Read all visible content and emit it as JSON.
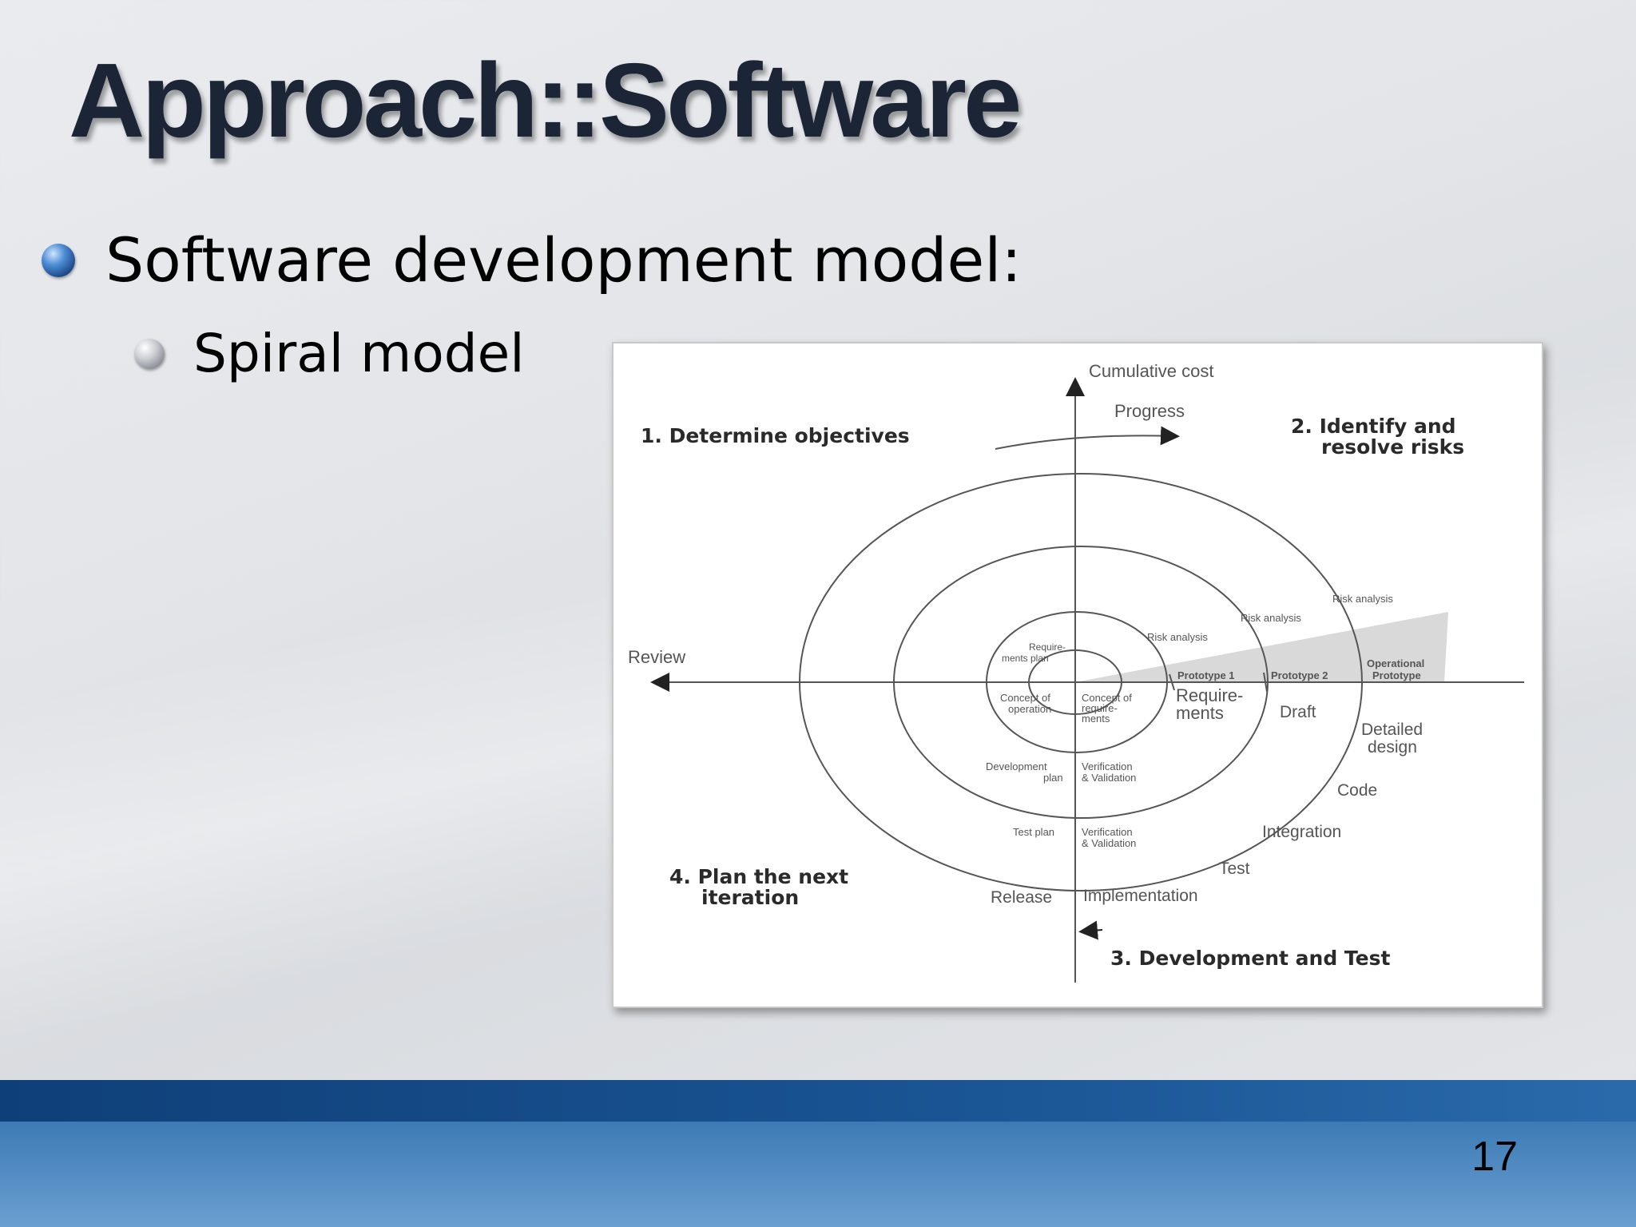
{
  "slide": {
    "title": "Approach::Software",
    "bullet_1": "Software development model:",
    "bullet_2": "Spiral model",
    "page_number": "17"
  },
  "diagram": {
    "axis_y_label": "Cumulative cost",
    "progress_label": "Progress",
    "review_label": "Review",
    "quadrant_1": "1. Determine objectives",
    "quadrant_2_line1": "2. Identify and",
    "quadrant_2_line2": "resolve risks",
    "quadrant_3": "3. Development and Test",
    "quadrant_4_line1": "4. Plan the next",
    "quadrant_4_line2": "iteration",
    "risk_analysis_1": "Risk analysis",
    "risk_analysis_2": "Risk analysis",
    "risk_analysis_3": "Risk analysis",
    "prototype_1": "Prototype 1",
    "prototype_2": "Prototype 2",
    "operational_line1": "Operational",
    "operational_line2": "Prototype",
    "req_plan_line1": "Require-",
    "req_plan_line2": "ments plan",
    "concept_op_line1": "Concept of",
    "concept_op_line2": "operation",
    "concept_req_line1": "Concept of",
    "concept_req_line2": "require-",
    "concept_req_line3": "ments",
    "requirements_line1": "Require-",
    "requirements_line2": "ments",
    "draft": "Draft",
    "detailed_design_line1": "Detailed",
    "detailed_design_line2": "design",
    "dev_plan_line1": "Development",
    "dev_plan_line2": "plan",
    "vv1_line1": "Verification",
    "vv1_line2": "& Validation",
    "code": "Code",
    "test_plan": "Test plan",
    "vv2_line1": "Verification",
    "vv2_line2": "& Validation",
    "integration": "Integration",
    "test": "Test",
    "release": "Release",
    "implementation": "Implementation"
  }
}
